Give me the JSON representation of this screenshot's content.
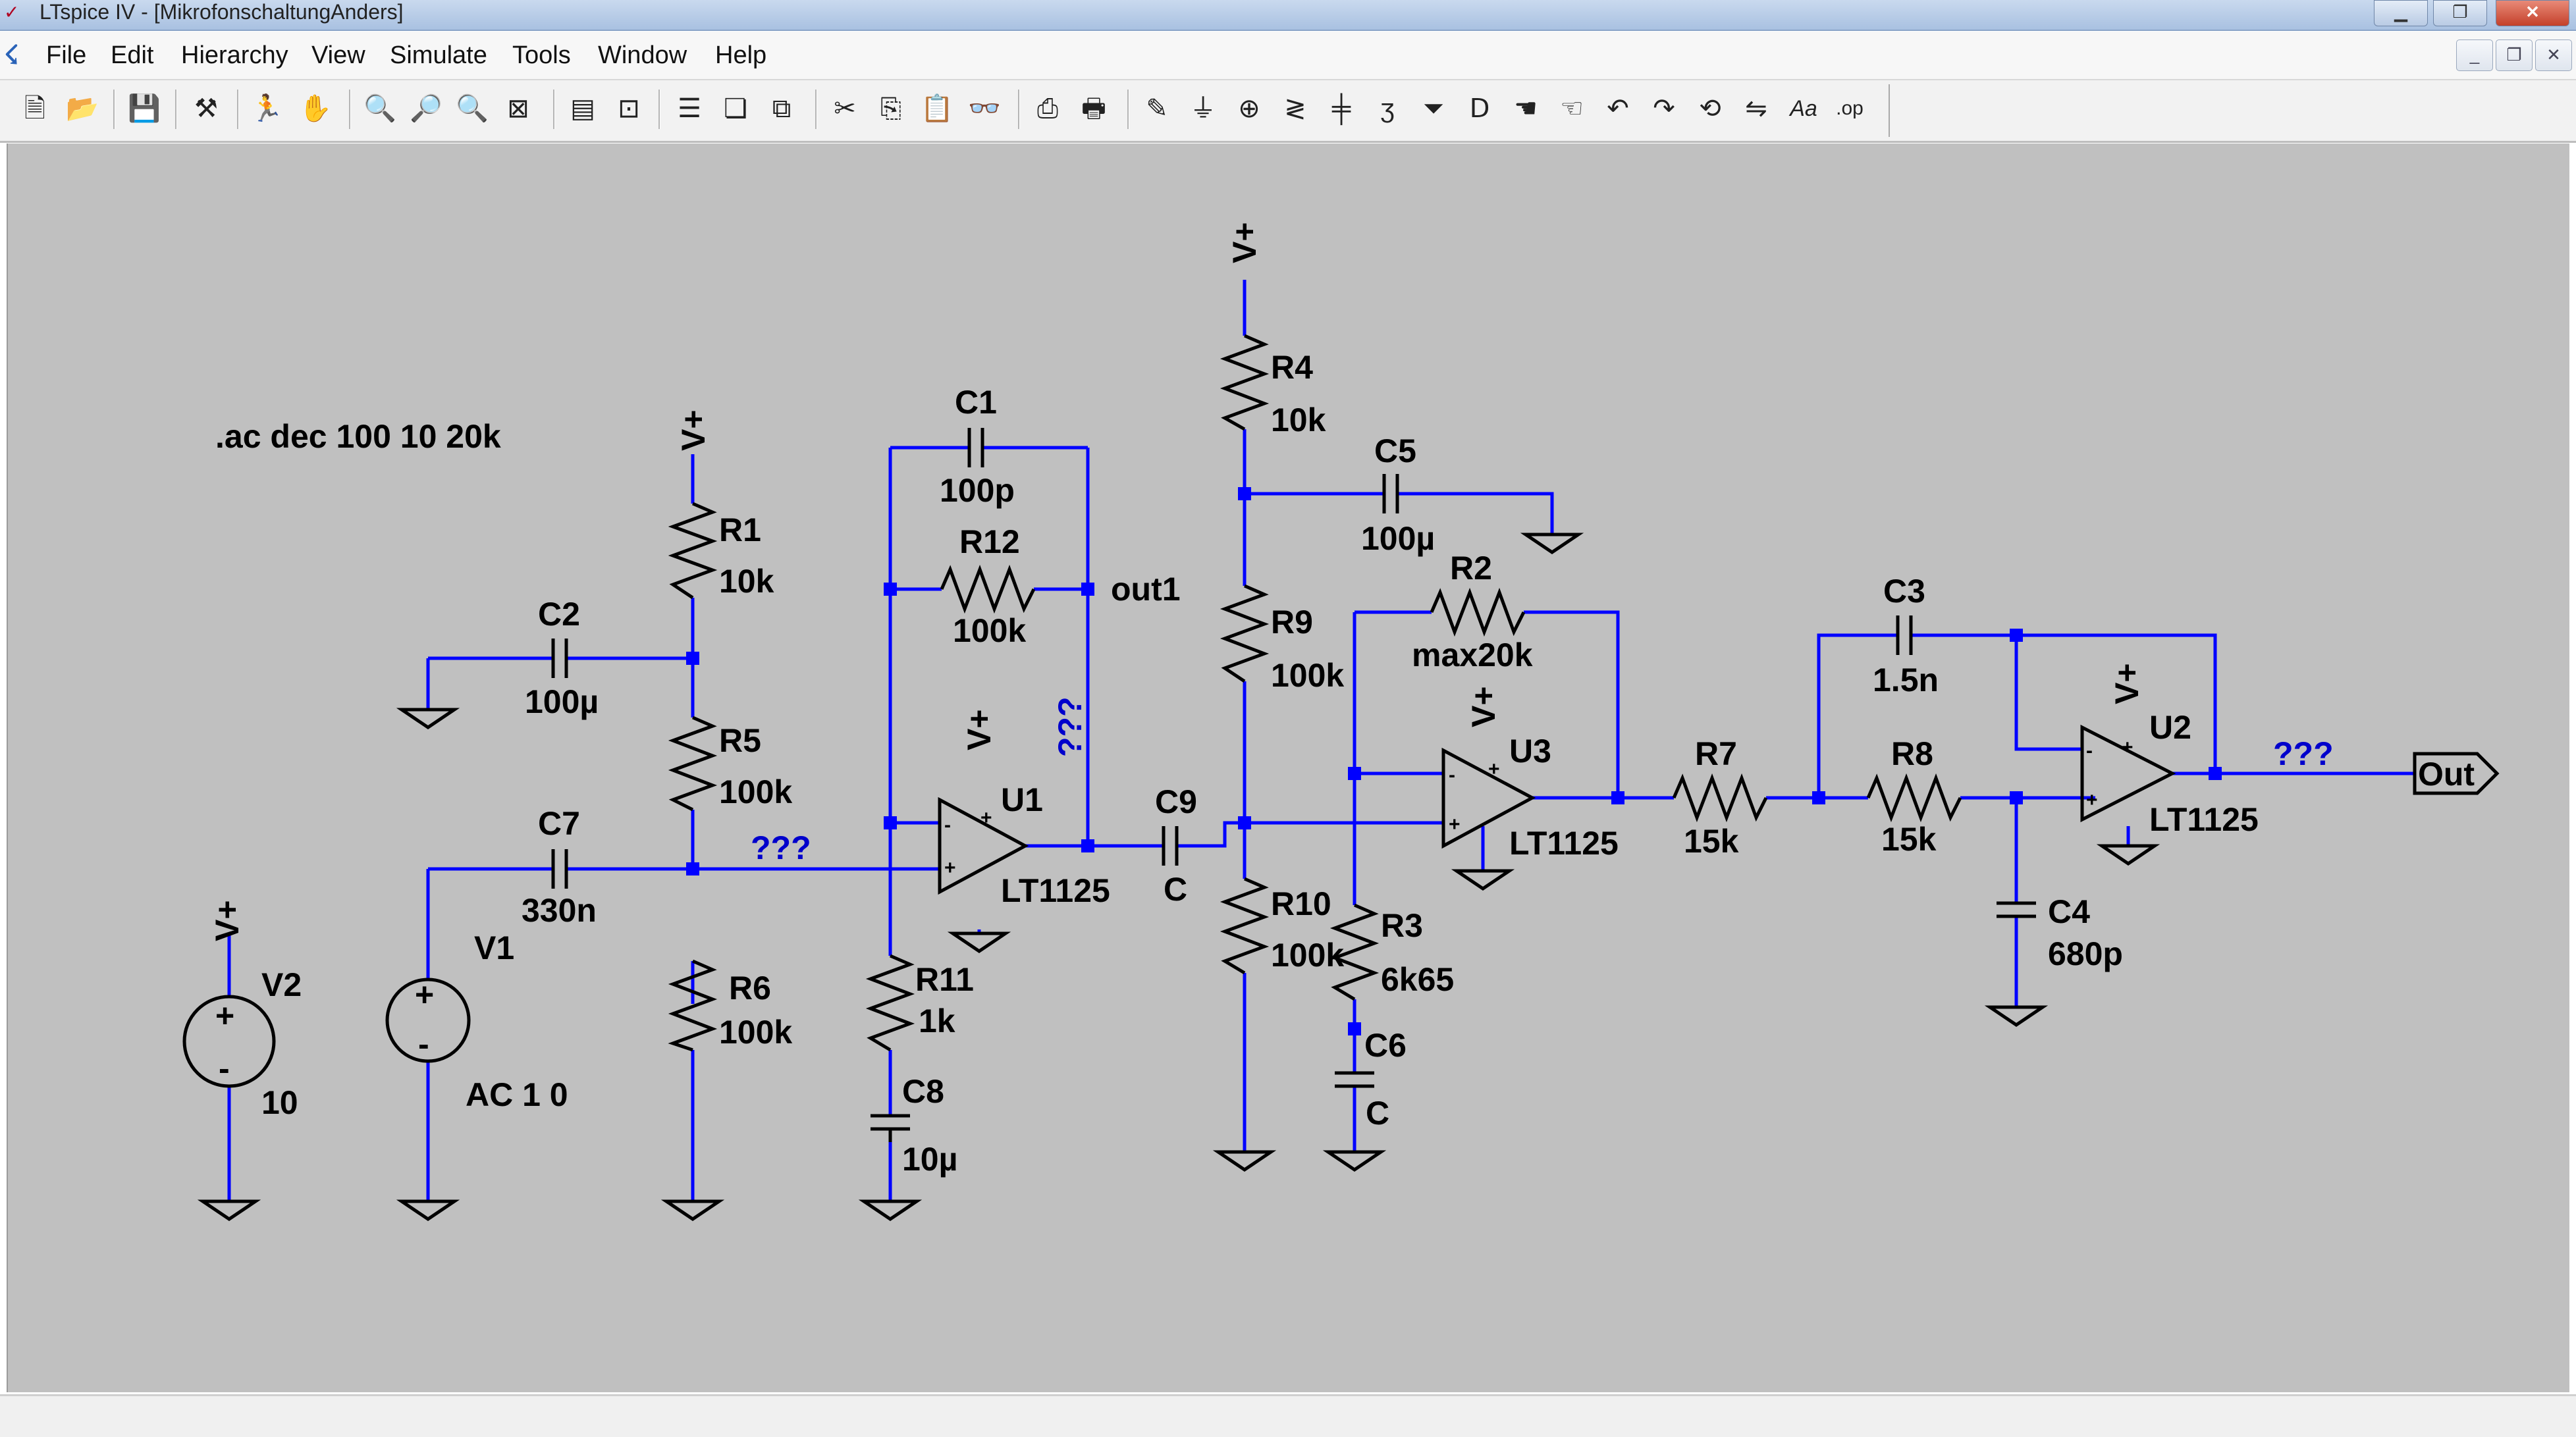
{
  "window": {
    "title": "LTspice IV - [MikrofonschaltungAnders]",
    "min_glyph": "▁",
    "max_glyph": "❐",
    "close_glyph": "✕"
  },
  "menu": {
    "items": [
      "File",
      "Edit",
      "Hierarchy",
      "View",
      "Simulate",
      "Tools",
      "Window",
      "Help"
    ],
    "mdi": {
      "min": "_",
      "restore": "❐",
      "close": "✕"
    }
  },
  "toolbar": {
    "buttons": [
      {
        "name": "new-schematic",
        "icon": "new-schematic-icon",
        "glyph": "🗎"
      },
      {
        "name": "open",
        "icon": "open-folder-icon",
        "glyph": "📂"
      },
      {
        "name": "save",
        "icon": "save-icon",
        "glyph": "💾"
      },
      {
        "name": "control-panel",
        "icon": "hammer-icon",
        "glyph": "⚒"
      },
      {
        "name": "run",
        "icon": "run-icon",
        "glyph": "🏃"
      },
      {
        "name": "halt",
        "icon": "hand-icon",
        "glyph": "✋"
      },
      {
        "name": "zoom-in",
        "icon": "zoom-in-icon",
        "glyph": "🔍"
      },
      {
        "name": "zoom-pan",
        "icon": "zoom-pan-icon",
        "glyph": "🔎"
      },
      {
        "name": "zoom-out",
        "icon": "zoom-out-icon",
        "glyph": "🔍"
      },
      {
        "name": "zoom-fit",
        "icon": "zoom-fit-icon",
        "glyph": "⊠"
      },
      {
        "name": "autorange",
        "icon": "autorange-icon",
        "glyph": "▤"
      },
      {
        "name": "mark-cursor",
        "icon": "cursor-icon",
        "glyph": "⊡"
      },
      {
        "name": "tile-horizontal",
        "icon": "tile-horizontal-icon",
        "glyph": "☰"
      },
      {
        "name": "cascade",
        "icon": "cascade-icon",
        "glyph": "❏"
      },
      {
        "name": "tile-vertical",
        "icon": "tile-vertical-icon",
        "glyph": "⧉"
      },
      {
        "name": "cut",
        "icon": "scissors-icon",
        "glyph": "✂"
      },
      {
        "name": "copy",
        "icon": "copy-icon",
        "glyph": "⎘"
      },
      {
        "name": "paste",
        "icon": "paste-icon",
        "glyph": "📋"
      },
      {
        "name": "find",
        "icon": "binoculars-icon",
        "glyph": "👓"
      },
      {
        "name": "print-setup",
        "icon": "printer-setup-icon",
        "glyph": "⎙"
      },
      {
        "name": "print",
        "icon": "printer-icon",
        "glyph": "🖶"
      },
      {
        "name": "draw-wire",
        "icon": "pencil-icon",
        "glyph": "✎"
      },
      {
        "name": "ground",
        "icon": "ground-icon",
        "glyph": "⏚"
      },
      {
        "name": "label-net",
        "icon": "label-net-icon",
        "glyph": "⊕"
      },
      {
        "name": "resistor",
        "icon": "resistor-icon",
        "glyph": "≷"
      },
      {
        "name": "capacitor",
        "icon": "capacitor-icon",
        "glyph": "╪"
      },
      {
        "name": "inductor",
        "icon": "inductor-icon",
        "glyph": "ʒ"
      },
      {
        "name": "diode",
        "icon": "diode-icon",
        "glyph": "⏷"
      },
      {
        "name": "component",
        "icon": "component-icon",
        "glyph": "ᗞ"
      },
      {
        "name": "move",
        "icon": "move-hand-icon",
        "glyph": "☚"
      },
      {
        "name": "drag",
        "icon": "drag-hand-icon",
        "glyph": "☜"
      },
      {
        "name": "undo",
        "icon": "undo-icon",
        "glyph": "↶"
      },
      {
        "name": "redo",
        "icon": "redo-icon",
        "glyph": "↷"
      },
      {
        "name": "rotate",
        "icon": "rotate-icon",
        "glyph": "⟲"
      },
      {
        "name": "mirror",
        "icon": "mirror-icon",
        "glyph": "⇋"
      },
      {
        "name": "text",
        "icon": "text-icon",
        "glyph": "Aa"
      },
      {
        "name": "spice-directive",
        "icon": "spice-directive-icon",
        "glyph": ".op"
      }
    ]
  },
  "schematic": {
    "directive": ".ac dec 100 10 20k",
    "supply_label": "V+",
    "unknown_label": "???",
    "v1": {
      "name": "V1",
      "value": "AC 1 0"
    },
    "v2": {
      "name": "V2",
      "value": "10"
    },
    "r1": {
      "name": "R1",
      "value": "10k"
    },
    "r2": {
      "name": "R2",
      "value": "max20k"
    },
    "r3": {
      "name": "R3",
      "value": "6k65"
    },
    "r4": {
      "name": "R4",
      "value": "10k"
    },
    "r5": {
      "name": "R5",
      "value": "100k"
    },
    "r6": {
      "name": "R6",
      "value": "100k"
    },
    "r7": {
      "name": "R7",
      "value": "15k"
    },
    "r8": {
      "name": "R8",
      "value": "15k"
    },
    "r9": {
      "name": "R9",
      "value": "100k"
    },
    "r10": {
      "name": "R10",
      "value": "100k"
    },
    "r11": {
      "name": "R11",
      "value": "1k"
    },
    "r12": {
      "name": "R12",
      "value": "100k"
    },
    "c1": {
      "name": "C1",
      "value": "100p"
    },
    "c2": {
      "name": "C2",
      "value": "100µ"
    },
    "c3": {
      "name": "C3",
      "value": "1.5n"
    },
    "c4": {
      "name": "C4",
      "value": "680p"
    },
    "c5": {
      "name": "C5",
      "value": "100µ"
    },
    "c6": {
      "name": "C6",
      "value": "C"
    },
    "c7": {
      "name": "C7",
      "value": "330n"
    },
    "c8": {
      "name": "C8",
      "value": "10µ"
    },
    "c9": {
      "name": "C9",
      "value": "C"
    },
    "u1": {
      "name": "U1",
      "value": "LT1125"
    },
    "u2": {
      "name": "U2",
      "value": "LT1125"
    },
    "u3": {
      "name": "U3",
      "value": "LT1125"
    },
    "net_out1": "out1",
    "port_out": "Out",
    "minus": "-",
    "plus": "+"
  },
  "colors": {
    "wire": "#0000ff",
    "canvas": "#c0c0c0",
    "component": "#000000",
    "label_blue": "#0000cc"
  }
}
